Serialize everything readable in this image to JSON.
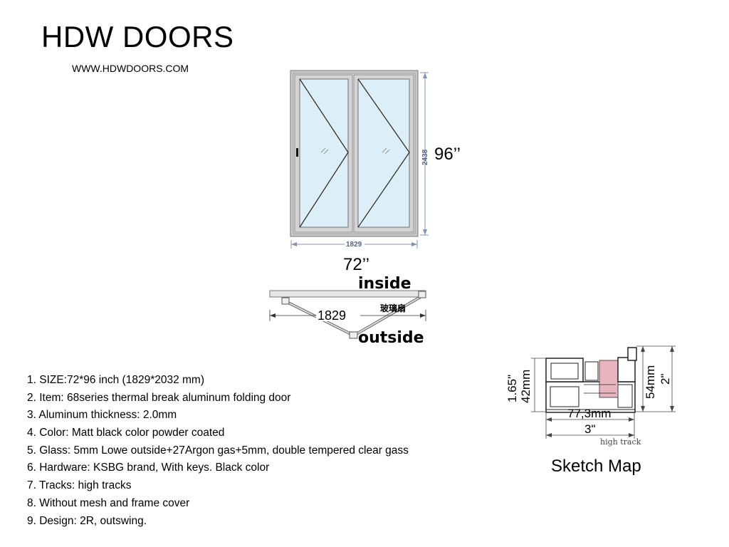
{
  "header": {
    "brand": "HDW DOORS",
    "website": "WWW.HDWDOORS.COM"
  },
  "elevation": {
    "width_mm": "1829",
    "height_mm": "2438",
    "width_in": "72’’",
    "height_in": "96’’"
  },
  "plan": {
    "inside_label": "inside",
    "outside_label": "outside",
    "width_mm": "1829",
    "panel_label": "玻璃扇"
  },
  "specs": [
    "1. SIZE:72*96 inch (1829*2032 mm)",
    "2. Item: 68series thermal break aluminum folding door",
    "3. Aluminum thickness: 2.0mm",
    "4. Color: Matt black color powder coated",
    "5. Glass: 5mm Lowe outside+27Argon gas+5mm, double tempered clear gass",
    "6. Hardware: KSBG brand, With keys. Black color",
    "7. Tracks: high tracks",
    "8. Without mesh and frame cover",
    "9. Design: 2R, outswing."
  ],
  "sketch": {
    "left_in": "1.65\"",
    "left_mm": "42mm",
    "right_mm": "54mm",
    "right_in": "2\"",
    "width_mm": "77,3mm",
    "width_in": "3\"",
    "track_label": "high track",
    "caption": "Sketch Map"
  },
  "colors": {
    "frame": "#9a9a9a",
    "glass": "#dceef8",
    "dimension": "#8890b8",
    "profile_pink": "#e8b4c0"
  }
}
